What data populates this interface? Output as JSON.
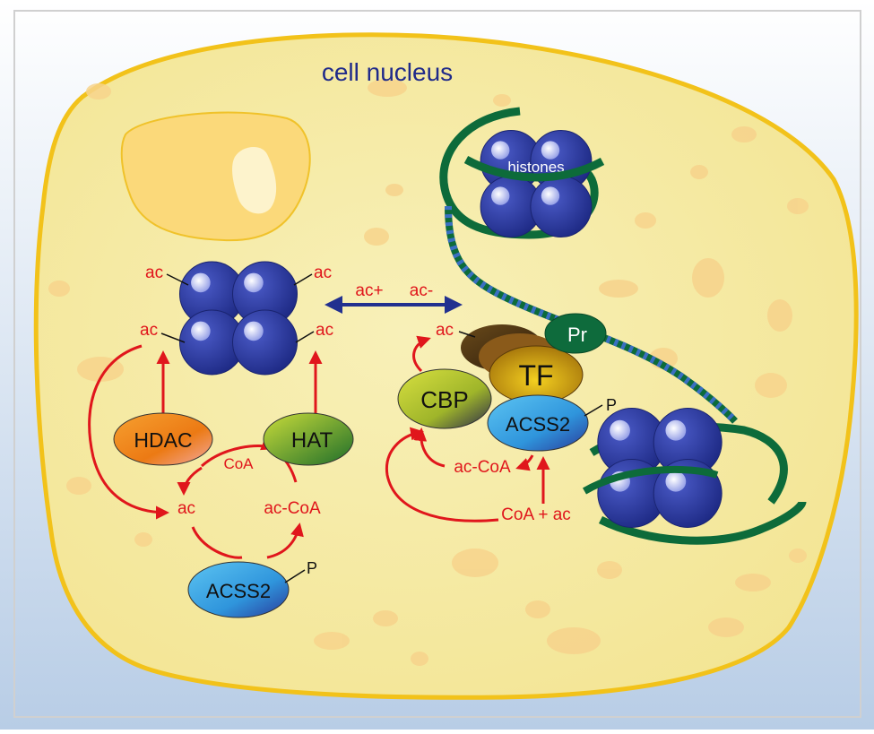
{
  "title": "cell nucleus",
  "labels": {
    "histones": "histones",
    "ac": "ac",
    "ac_plus": "ac+",
    "ac_minus": "ac-",
    "hdac": "HDAC",
    "hat": "HAT",
    "coa": "CoA",
    "ac_coa": "ac-CoA",
    "acss2": "ACSS2",
    "p": "P",
    "cbp": "CBP",
    "tf": "TF",
    "pr": "Pr",
    "coa_plus_ac": "CoA + ac"
  },
  "colors": {
    "background_top": "#ffffff",
    "background_bottom": "#b8cde6",
    "nucleus_fill": "#f6eca8",
    "nucleus_stroke": "#f2c21a",
    "title": "#1f2a8a",
    "histone": "#2b3a9e",
    "dna": "#0d6b3a",
    "dna_blue": "#3a6fc2",
    "arrow_red": "#e0161c",
    "arrow_blue": "#22308f",
    "hdac": "#f08a1c",
    "hat": "#6ca12a",
    "acss2": "#3fa9e8",
    "cbp": "#9ab52b",
    "tf": "#d9a514",
    "pr": "#0e6b3c"
  }
}
